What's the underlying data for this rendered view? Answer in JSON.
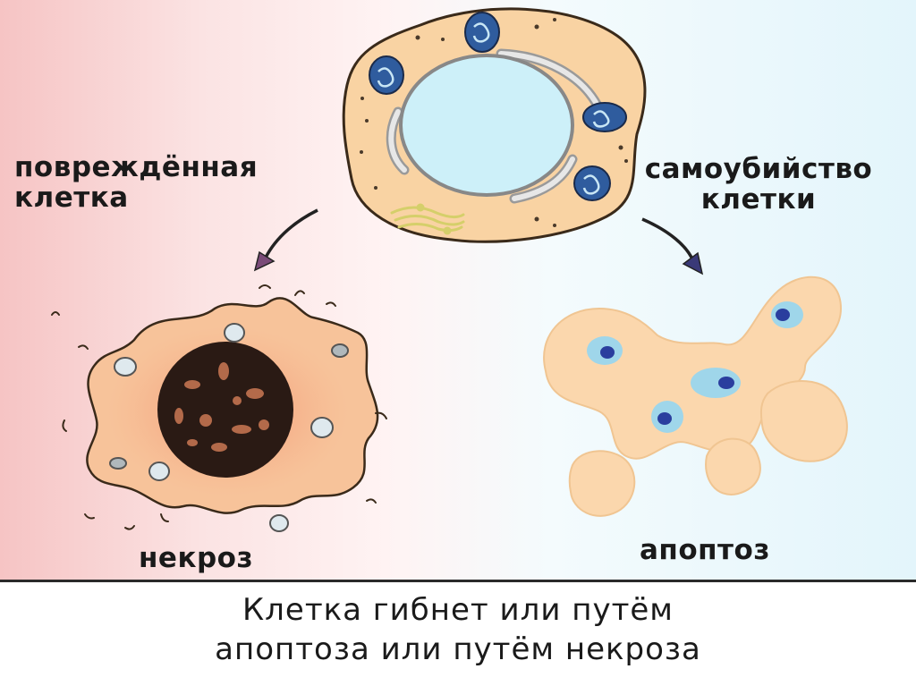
{
  "labels": {
    "damaged_cell_line1": "повреждённая",
    "damaged_cell_line2": "клетка",
    "cell_suicide_line1": "самоубийство",
    "cell_suicide_line2": "клетки",
    "necrosis": "некроз",
    "apoptosis": "апоптоз"
  },
  "caption": {
    "line1": "Клетка гибнет или путём",
    "line2": "апоптоза или путём некроза"
  },
  "colors": {
    "cytoplasm": "#f9d3a3",
    "cell_outline": "#3a2a1a",
    "nucleus": "#cdf0f9",
    "mitochondria": "#2f5c9e",
    "necrotic_nucleus": "#2a1a14",
    "apoptotic_body": "#fbd7ad"
  }
}
